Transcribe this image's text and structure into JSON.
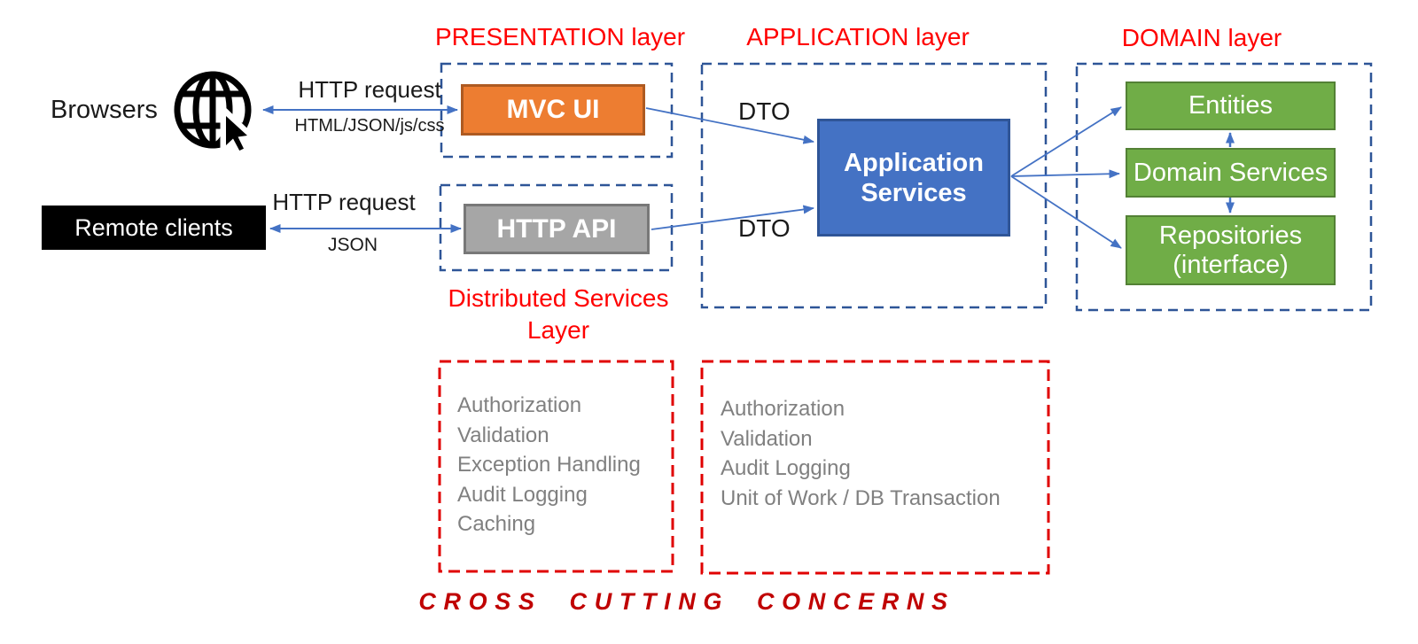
{
  "layers": {
    "presentation": {
      "label": "PRESENTATION layer"
    },
    "application": {
      "label": "APPLICATION layer"
    },
    "domain": {
      "label": "DOMAIN layer"
    },
    "distributed": {
      "line1": "Distributed Services",
      "line2": "Layer"
    }
  },
  "clients": {
    "browsers_label": "Browsers",
    "remote_clients_label": "Remote clients"
  },
  "connections": {
    "browser_request": "HTTP request",
    "browser_payload": "HTML/JSON/js/css",
    "remote_request": "HTTP request",
    "remote_payload": "JSON",
    "dto_top": "DTO",
    "dto_bottom": "DTO"
  },
  "components": {
    "mvc_ui": "MVC UI",
    "http_api": "HTTP API",
    "application_services": "Application Services",
    "entities": "Entities",
    "domain_services": "Domain Services",
    "repositories": "Repositories",
    "repositories_sub": "(interface)"
  },
  "cross_cutting": {
    "footer": "CROSS CUTTING CONCERNS",
    "presentation_concerns": [
      "Authorization",
      "Validation",
      "Exception Handling",
      "Audit Logging",
      "Caching"
    ],
    "application_concerns": [
      "Authorization",
      "Validation",
      "Audit Logging",
      "Unit of Work / DB Transaction"
    ]
  },
  "colors": {
    "accent_orange": "#ED7D31",
    "accent_orange_border": "#AE5A21",
    "accent_gray": "#A6A6A6",
    "accent_gray_border": "#787878",
    "accent_blue": "#4472C4",
    "accent_blue_border": "#2F5597",
    "accent_green": "#70AD47",
    "accent_green_border": "#538135",
    "dashed_blue": "#2E5597",
    "dashed_red": "#E00000",
    "label_red": "#FF0000",
    "footer_red": "#C00000",
    "arrow_blue": "#4472C4",
    "muted_text": "#808080",
    "client_black": "#000000"
  }
}
